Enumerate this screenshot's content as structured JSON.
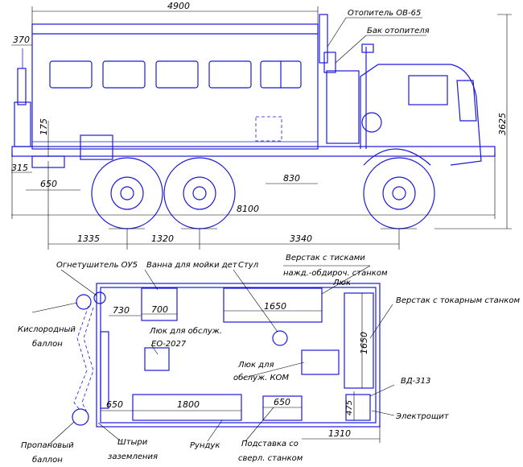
{
  "top_view": {
    "dims": {
      "overall_length": "4900",
      "body_offset": "370",
      "height_175": "175",
      "step_315": "315",
      "overhang_650": "650",
      "tank_830": "830",
      "total_length": "8100",
      "wheel_1335": "1335",
      "wheel_1320": "1320",
      "wheel_3340": "3340",
      "height_3625": "3625"
    },
    "labels": {
      "heater": "Отопитель ОВ-65",
      "heater_tank": "Бак отопителя"
    }
  },
  "plan_view": {
    "dims": {
      "d730": "730",
      "d700": "700",
      "d1650_h": "1650",
      "d1650_v": "1650",
      "d650_left": "650",
      "d1800": "1800",
      "d650_right": "650",
      "d475": "475",
      "d1310": "1310"
    },
    "labels": {
      "extinguisher": "Огнетушитель ОУ5",
      "wash_bath": "Ванна для мойки дет",
      "chair": "Стул",
      "workbench_vise_1": "Верстак с тисками",
      "workbench_vise_2": "нажд.-обдирoч. станком",
      "hatch": "Люк",
      "workbench_lathe": "Верстак с токарным станком",
      "oxygen_1": "Кислородный",
      "oxygen_2": "баллон",
      "hatch_eo_1": "Люк для обслуж.",
      "hatch_eo_2": "ЕО-2027",
      "hatch_kom_1": "Люк для",
      "hatch_kom_2": "обслуж. КОМ",
      "vd313": "ВД-313",
      "switchboard": "Электрощит",
      "propane_1": "Пропановый",
      "propane_2": "баллон",
      "ground_1": "Штыри",
      "ground_2": "заземления",
      "toolbox": "Рундук",
      "stand_1": "Подставка со",
      "stand_2": "сверл. станком"
    }
  }
}
